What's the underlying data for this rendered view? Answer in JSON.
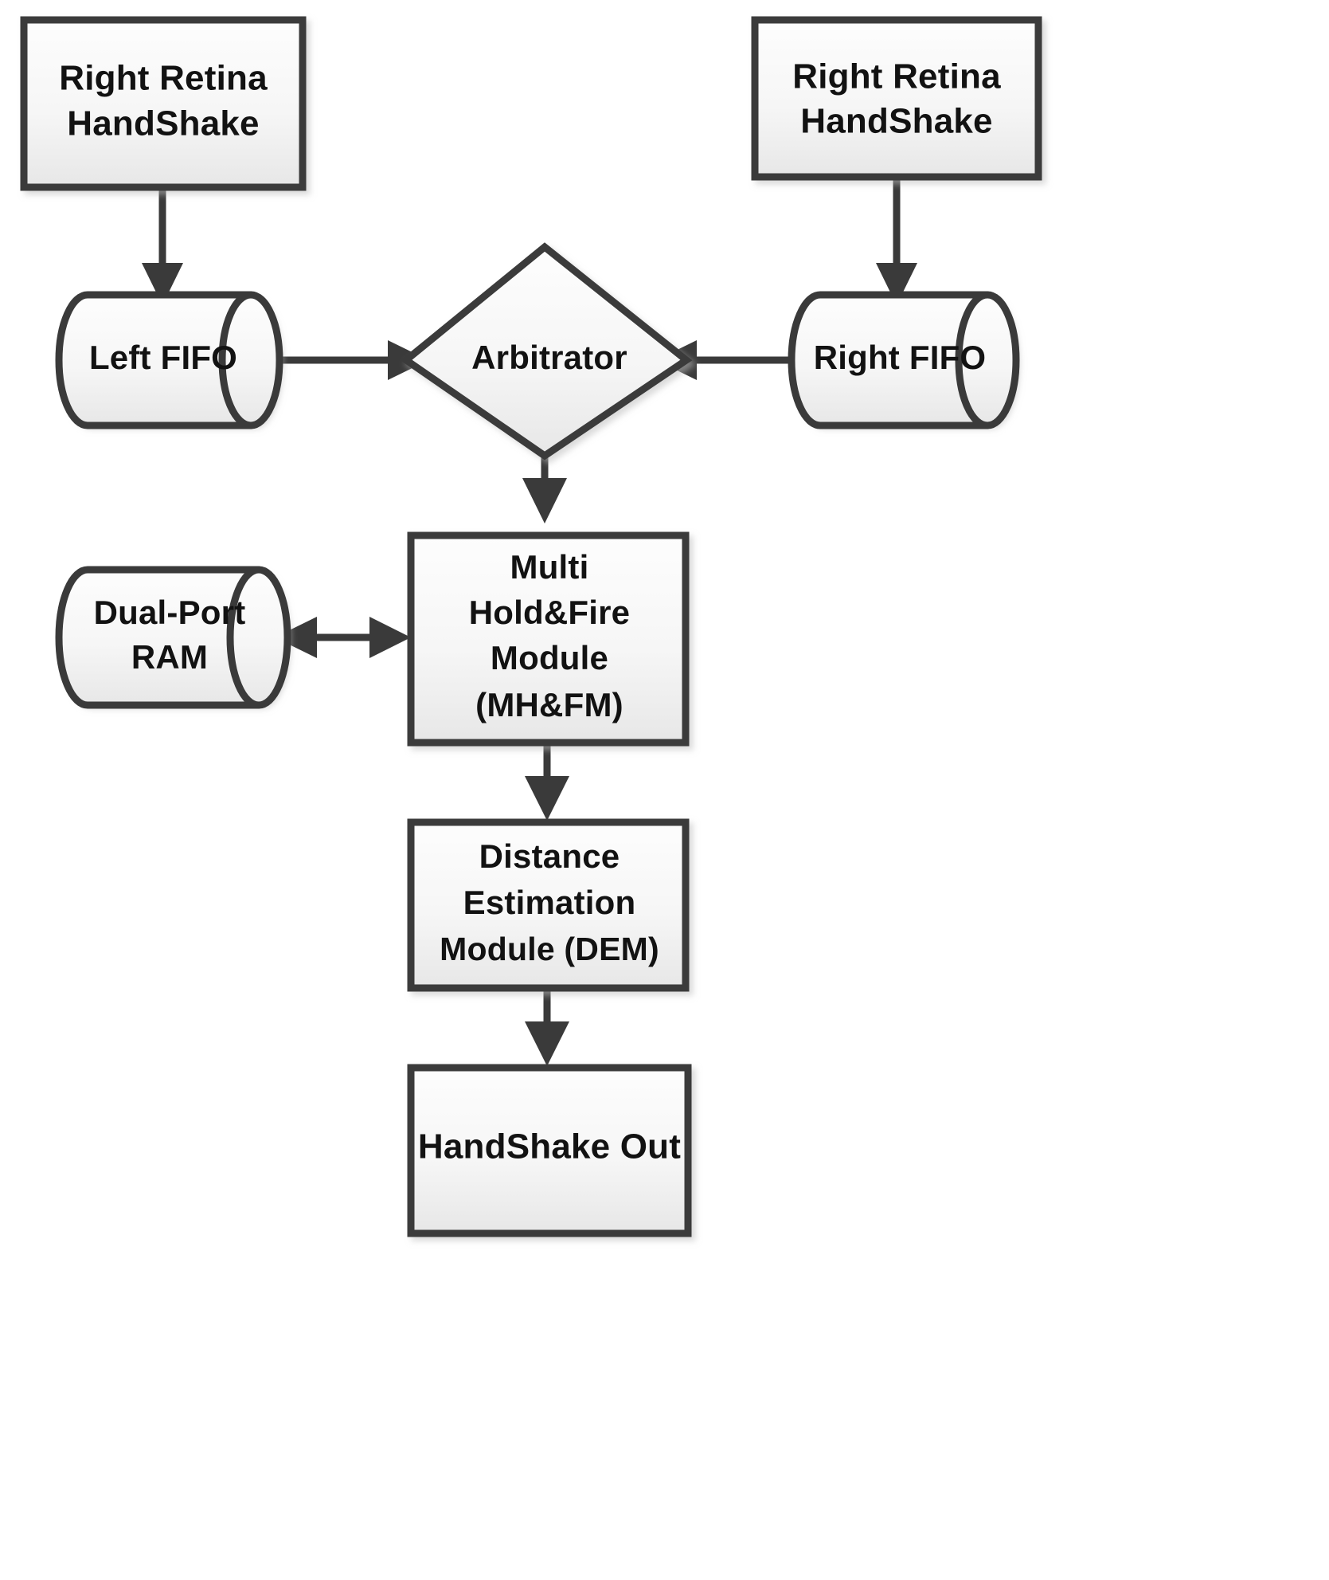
{
  "diagram": {
    "title": "Stereo Retina Processing Block Diagram",
    "colors": {
      "stroke": "#3a3a3a",
      "fill_top": "#fdfdfd",
      "fill_bottom": "#e9e9e9",
      "text": "#121212",
      "background": "#ffffff"
    },
    "nodes": [
      {
        "id": "left-retina-handshake",
        "shape": "rectangle",
        "lines": [
          "Right Retina",
          "HandShake"
        ]
      },
      {
        "id": "right-retina-handshake",
        "shape": "rectangle",
        "lines": [
          "Right Retina",
          "HandShake"
        ]
      },
      {
        "id": "left-fifo",
        "shape": "cylinder",
        "lines": [
          "Left FIFO"
        ]
      },
      {
        "id": "right-fifo",
        "shape": "cylinder",
        "lines": [
          "Right FIFO"
        ]
      },
      {
        "id": "arbitrator",
        "shape": "diamond",
        "lines": [
          "Arbitrator"
        ]
      },
      {
        "id": "dual-port-ram",
        "shape": "cylinder",
        "lines": [
          "Dual-Port",
          "RAM"
        ]
      },
      {
        "id": "multi-hold-fire-module",
        "shape": "rectangle",
        "lines": [
          "Multi",
          "Hold&Fire",
          "Module",
          "(MH&FM)"
        ]
      },
      {
        "id": "distance-estimation-module",
        "shape": "rectangle",
        "lines": [
          "Distance",
          "Estimation",
          "Module (DEM)"
        ]
      },
      {
        "id": "handshake-out",
        "shape": "rectangle",
        "lines": [
          "HandShake Out"
        ]
      }
    ],
    "edges": [
      {
        "id": "edge-left-handshake-to-left-fifo",
        "from": "left-retina-handshake",
        "to": "left-fifo",
        "direction": "one-way",
        "orientation": "vertical"
      },
      {
        "id": "edge-right-handshake-to-right-fifo",
        "from": "right-retina-handshake",
        "to": "right-fifo",
        "direction": "one-way",
        "orientation": "vertical"
      },
      {
        "id": "edge-left-fifo-to-arbitrator",
        "from": "left-fifo",
        "to": "arbitrator",
        "direction": "one-way",
        "orientation": "horizontal"
      },
      {
        "id": "edge-right-fifo-to-arbitrator",
        "from": "right-fifo",
        "to": "arbitrator",
        "direction": "one-way",
        "orientation": "horizontal"
      },
      {
        "id": "edge-arbitrator-to-mhfm",
        "from": "arbitrator",
        "to": "multi-hold-fire-module",
        "direction": "one-way",
        "orientation": "vertical"
      },
      {
        "id": "edge-ram-to-mhfm",
        "from": "dual-port-ram",
        "to": "multi-hold-fire-module",
        "direction": "bidirectional",
        "orientation": "horizontal"
      },
      {
        "id": "edge-mhfm-to-dem",
        "from": "multi-hold-fire-module",
        "to": "distance-estimation-module",
        "direction": "one-way",
        "orientation": "vertical"
      },
      {
        "id": "edge-dem-to-handshake-out",
        "from": "distance-estimation-module",
        "to": "handshake-out",
        "direction": "one-way",
        "orientation": "vertical"
      }
    ]
  }
}
